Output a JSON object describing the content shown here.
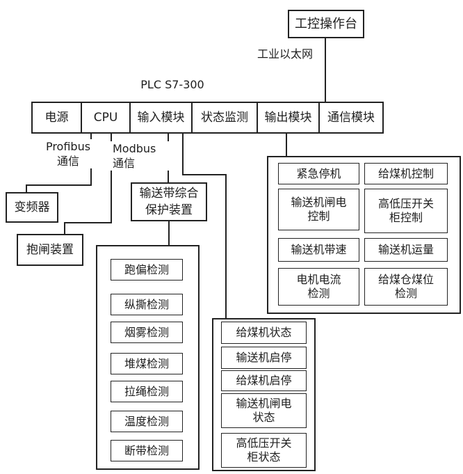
{
  "top_station": "工控操作台",
  "network_label": "工业以太网",
  "plc_label": "PLC S7-300",
  "plc_modules": [
    "电源",
    "CPU",
    "输入模块",
    "状态监测",
    "输出模块",
    "通信模块"
  ],
  "profibus_label": "Profibus\n通信",
  "modbus_label": "Modbus\n通信",
  "inverter": "变频器",
  "brake_device": "抱闸装置",
  "conveyor_protection": "输送带综合\n保护装置",
  "protection_items": [
    "跑偏检测",
    "纵撕检测",
    "烟雾检测",
    "堆煤检测",
    "拉绳检测",
    "温度检测",
    "断带检测"
  ],
  "status_items": [
    "给煤机状态",
    "输送机启停",
    "给煤机启停",
    "输送机闸电\n状态",
    "高低压开关\n柜状态"
  ],
  "output_items": [
    "紧急停机",
    "给煤机控制",
    "输送机闸电\n控制",
    "高低压开关\n柜控制",
    "输送机带速",
    "输送机运量",
    "电机电流\n检测",
    "给煤仓煤位\n检测"
  ],
  "colors": {
    "line": "#222222",
    "text": "#1e1e1e",
    "background": "#ffffff"
  }
}
